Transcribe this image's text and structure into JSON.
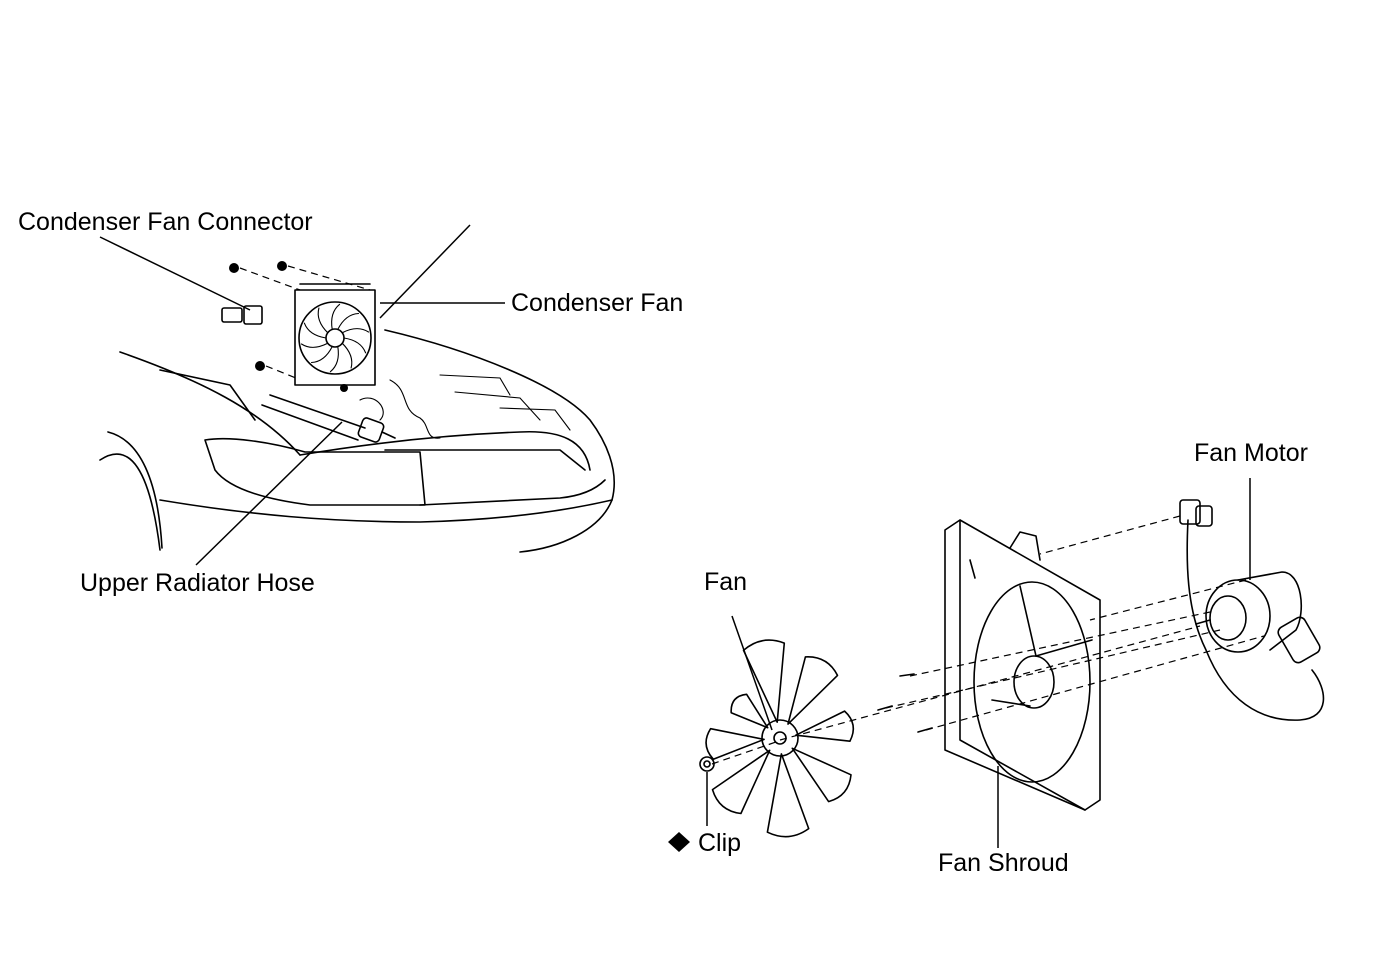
{
  "labels": {
    "condenser_fan_connector": "Condenser Fan Connector",
    "condenser_fan": "Condenser Fan",
    "upper_radiator_hose": "Upper Radiator Hose",
    "fan_motor": "Fan Motor",
    "fan": "Fan",
    "clip": "Clip",
    "fan_shroud": "Fan Shroud"
  },
  "symbols": {
    "clip_marker": "solid-diamond"
  }
}
